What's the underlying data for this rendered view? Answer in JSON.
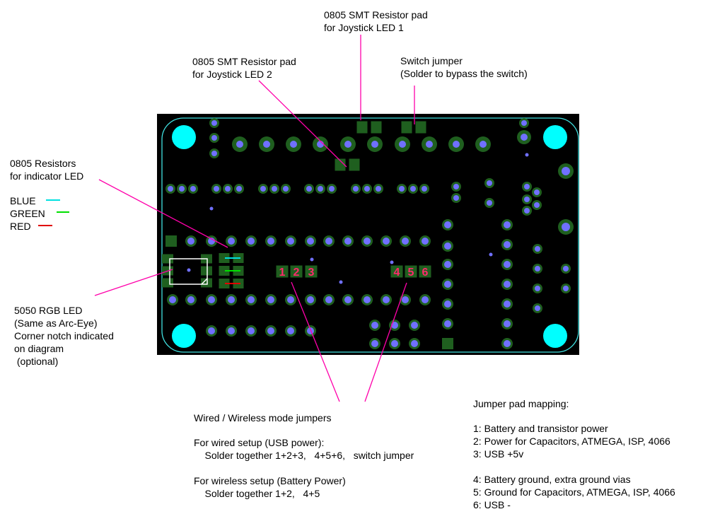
{
  "labels": {
    "smt_led1": "0805 SMT Resistor pad\nfor Joystick LED 1",
    "smt_led2": "0805 SMT Resistor pad\nfor Joystick LED 2",
    "switch_jumper": "Switch jumper\n(Solder to bypass the switch)",
    "resistors": "0805 Resistors\nfor indicator LED",
    "rgb_led": "5050 RGB LED\n(Same as Arc-Eye)\nCorner notch indicated\non diagram\n (optional)"
  },
  "legend": [
    {
      "label": "BLUE",
      "color": "#00e0e0"
    },
    {
      "label": "GREEN",
      "color": "#00e000"
    },
    {
      "label": "RED",
      "color": "#e00000"
    }
  ],
  "mode_jumpers": {
    "title": "Wired / Wireless mode jumpers",
    "wired_heading": "For wired setup (USB power):",
    "wired_steps": "    Solder together 1+2+3,   4+5+6,   switch jumper",
    "wireless_heading": "For wireless setup (Battery Power)",
    "wireless_steps": "    Solder together 1+2,   4+5"
  },
  "mapping": {
    "title": "Jumper pad mapping:",
    "items": [
      "1: Battery and transistor power",
      "2: Power for Capacitors, ATMEGA, ISP, 4066",
      "3: USB +5v",
      "4: Battery ground, extra ground vias",
      "5: Ground for Capacitors, ATMEGA, ISP, 4066",
      "6: USB -"
    ]
  },
  "pad_numbers": [
    "1",
    "2",
    "3",
    "4",
    "5",
    "6"
  ],
  "colors": {
    "board": "#000000",
    "outline": "#40e0e0",
    "pad": "#1f5f1f",
    "via": "#7070ff",
    "leader": "#ff00aa",
    "mount": "#00ffff",
    "pad_number": "#ff2a6d"
  }
}
